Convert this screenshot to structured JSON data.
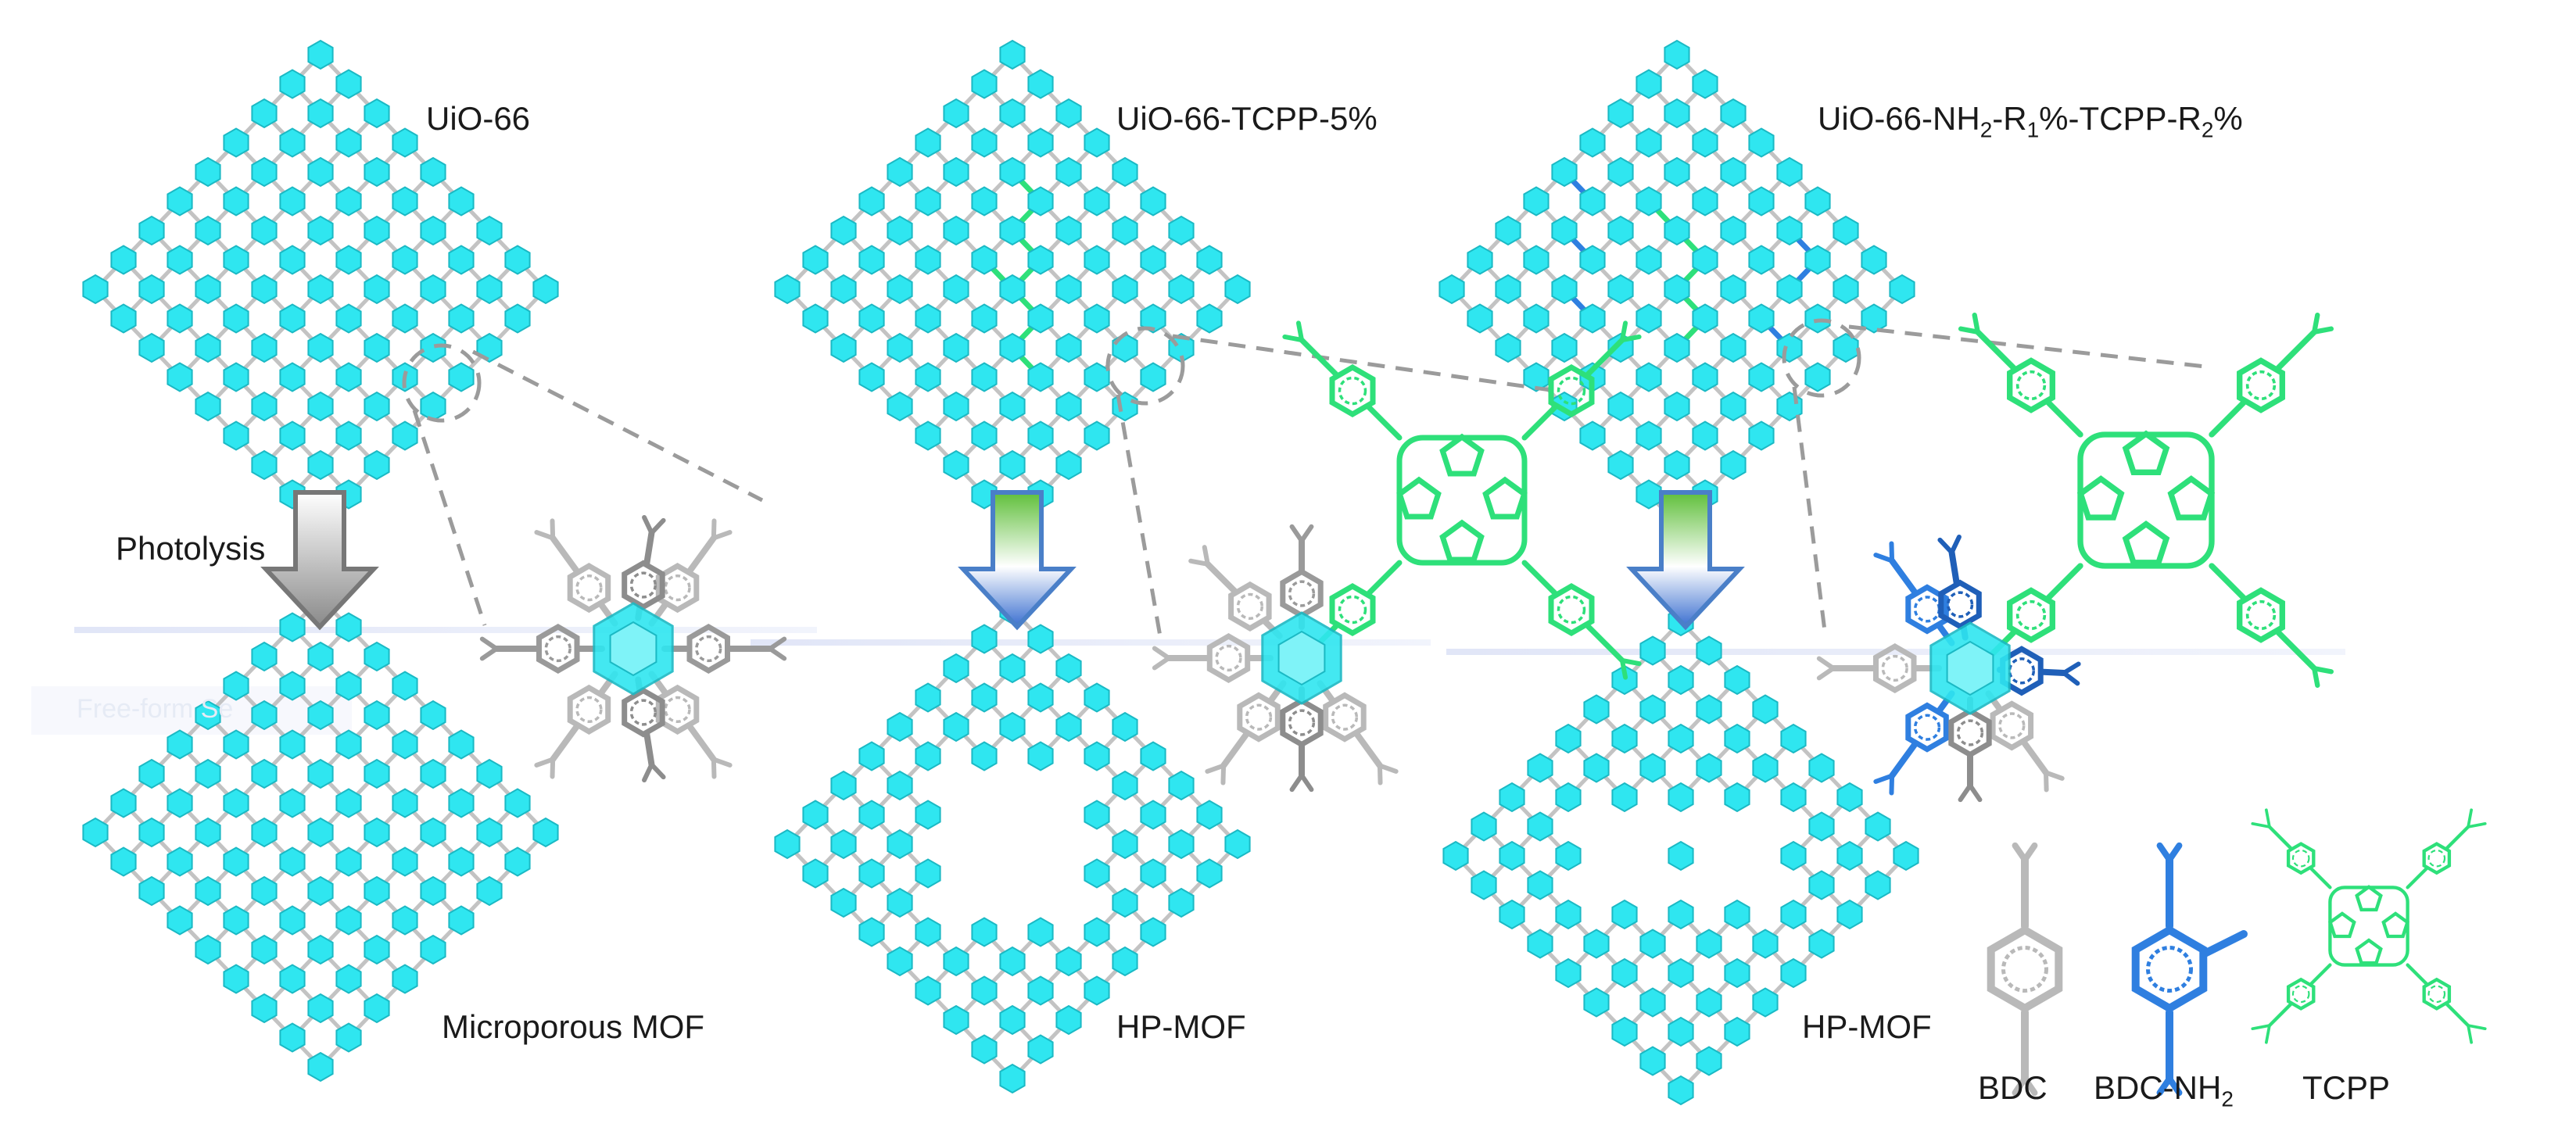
{
  "colors": {
    "cluster": "#2fe6f0",
    "bdc": "#b9b9b9",
    "bdc_nh2": "#2f7fe0",
    "tcpp": "#2ee07a",
    "dashed": "#9b9b9b",
    "text": "#1a1a1a"
  },
  "labels": {
    "top1": "UiO-66",
    "top2": "UiO-66-TCPP-5%",
    "top3_a": "UiO-66-NH",
    "top3_sub1": "2",
    "top3_b": "-R",
    "top3_sub2": "1",
    "top3_c": "%-TCPP-R",
    "top3_sub3": "2",
    "top3_d": "%",
    "photolysis": "Photolysis",
    "bottom1": "Microporous MOF",
    "bottom2": "HP-MOF",
    "bottom3": "HP-MOF",
    "faint": "Free-form Se"
  },
  "legend": {
    "bdc": "BDC",
    "bdc_nh2_a": "BDC-NH",
    "bdc_nh2_sub": "2",
    "tcpp": "TCPP"
  }
}
